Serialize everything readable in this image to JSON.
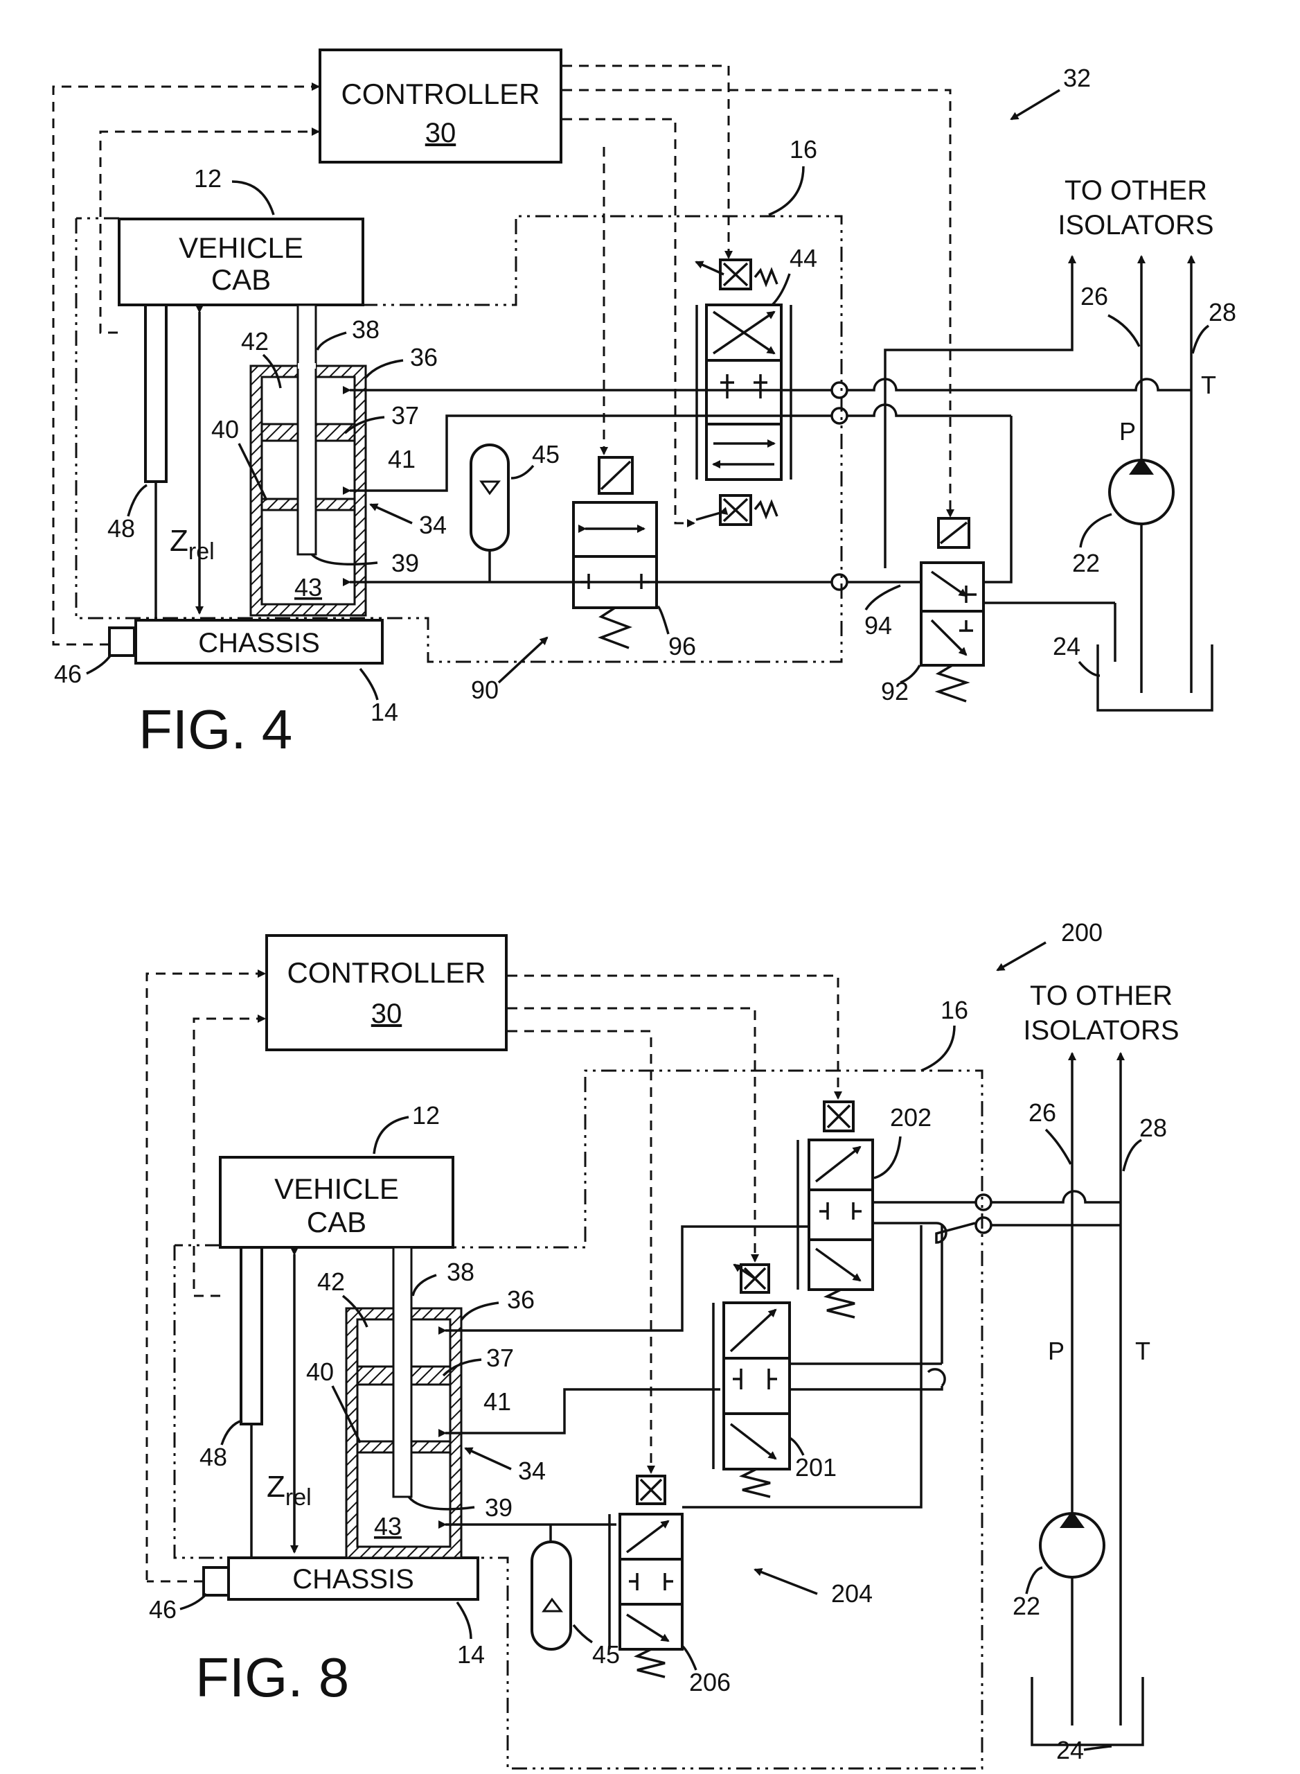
{
  "fig4": {
    "caption": "FIG. 4",
    "system_ref": "32",
    "controller": {
      "title": "CONTROLLER",
      "ref": "30"
    },
    "cab": {
      "line1": "VEHICLE",
      "line2": "CAB",
      "ref": "12"
    },
    "chassis": {
      "label": "CHASSIS",
      "ref": "14"
    },
    "outlet": {
      "line1": "TO OTHER",
      "line2": "ISOLATORS"
    },
    "port_p": "P",
    "port_t": "T",
    "zrel": "Z",
    "zrel_sub": "rel",
    "refs": {
      "r16": "16",
      "r44": "44",
      "r26": "26",
      "r28": "28",
      "r42": "42",
      "r38": "38",
      "r36": "36",
      "r37": "37",
      "r40": "40",
      "r41": "41",
      "r45": "45",
      "r48": "48",
      "r34": "34",
      "r39": "39",
      "r43": "43",
      "r22": "22",
      "r94": "94",
      "r46": "46",
      "r96": "96",
      "r24": "24",
      "r90": "90",
      "r92": "92"
    }
  },
  "fig8": {
    "caption": "FIG. 8",
    "system_ref": "200",
    "controller": {
      "title": "CONTROLLER",
      "ref": "30"
    },
    "cab": {
      "line1": "VEHICLE",
      "line2": "CAB",
      "ref": "12"
    },
    "chassis": {
      "label": "CHASSIS",
      "ref": "14"
    },
    "outlet": {
      "line1": "TO OTHER",
      "line2": "ISOLATORS"
    },
    "port_p": "P",
    "port_t": "T",
    "zrel": "Z",
    "zrel_sub": "rel",
    "refs": {
      "r16": "16",
      "r26": "26",
      "r28": "28",
      "r202": "202",
      "r42": "42",
      "r38": "38",
      "r36": "36",
      "r37": "37",
      "r40": "40",
      "r41": "41",
      "r48": "48",
      "r34": "34",
      "r39": "39",
      "r43": "43",
      "r201": "201",
      "r22": "22",
      "r46": "46",
      "r206": "206",
      "r204": "204",
      "r45": "45",
      "r24": "24"
    }
  }
}
